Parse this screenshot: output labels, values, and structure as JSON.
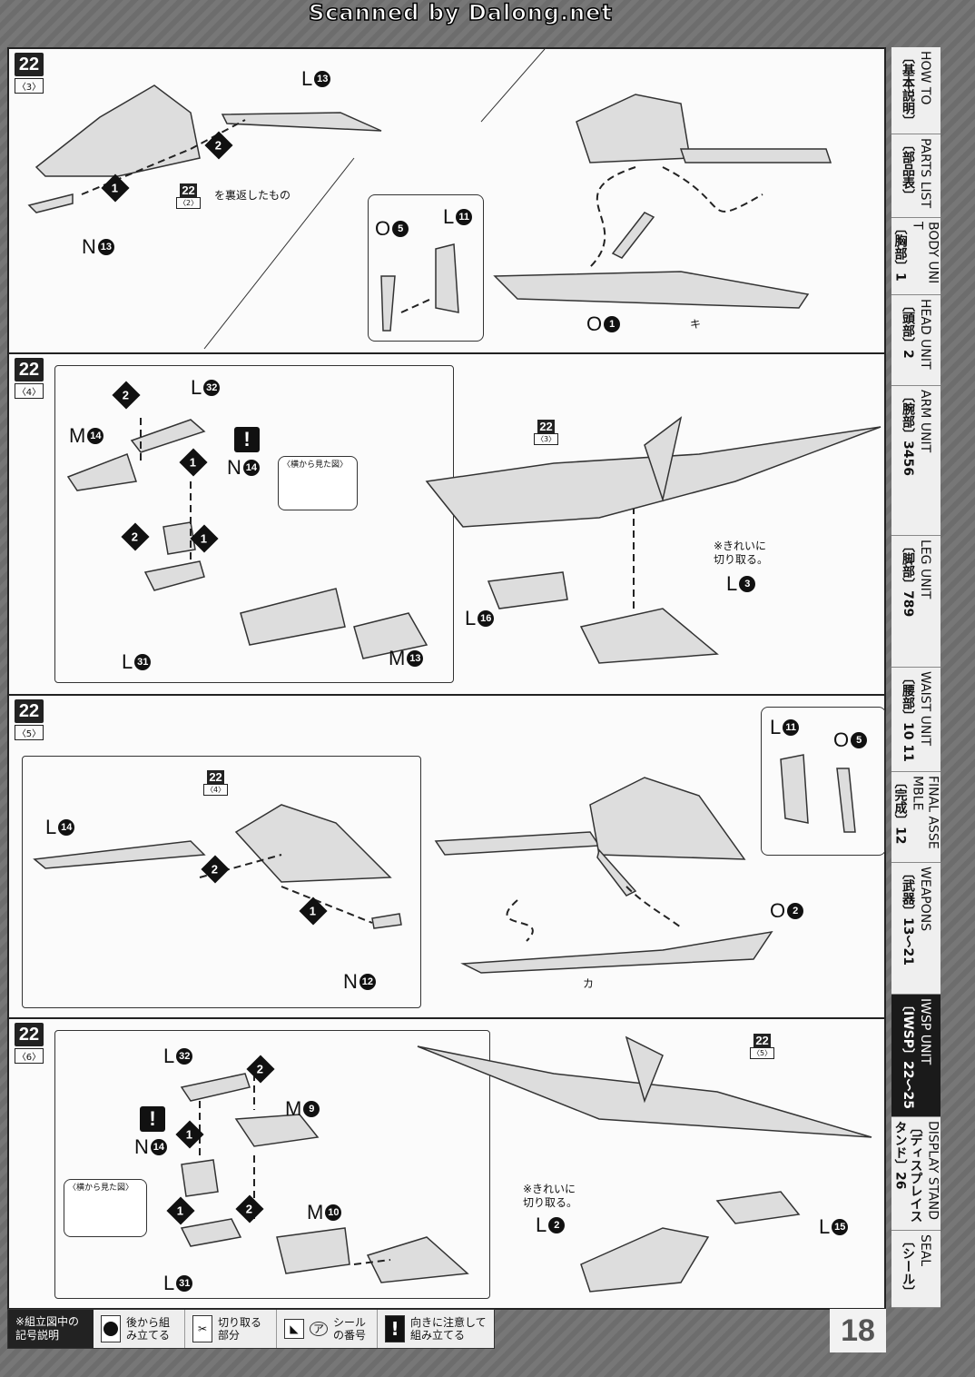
{
  "watermark": "Scanned by Dalong.net",
  "page_number": "18",
  "panels": [
    {
      "step": "22",
      "sub": "〈3〉",
      "labels": {
        "l13": {
          "l": "L",
          "n": "13"
        },
        "n13": {
          "l": "N",
          "n": "13"
        },
        "o5": {
          "l": "O",
          "n": "5"
        },
        "l11": {
          "l": "L",
          "n": "11"
        },
        "o1": {
          "l": "O",
          "n": "1"
        }
      },
      "ref": {
        "step": "22",
        "sub": "〈2〉",
        "text": "を裏返したもの"
      },
      "seal": "キ",
      "steps": [
        "1",
        "2"
      ]
    },
    {
      "step": "22",
      "sub": "〈4〉",
      "labels": {
        "l32": {
          "l": "L",
          "n": "32"
        },
        "m14": {
          "l": "M",
          "n": "14"
        },
        "n14": {
          "l": "N",
          "n": "14"
        },
        "l31": {
          "l": "L",
          "n": "31"
        },
        "m13": {
          "l": "M",
          "n": "13"
        },
        "l16": {
          "l": "L",
          "n": "16"
        },
        "l3": {
          "l": "L",
          "n": "3"
        }
      },
      "side_view": "〈横から見た図〉",
      "cut_note": "※きれいに\n切り取る。",
      "ref": {
        "step": "22",
        "sub": "〈3〉"
      },
      "steps": [
        "2",
        "1",
        "2",
        "1"
      ]
    },
    {
      "step": "22",
      "sub": "〈5〉",
      "labels": {
        "l14": {
          "l": "L",
          "n": "14"
        },
        "n12": {
          "l": "N",
          "n": "12"
        },
        "l11": {
          "l": "L",
          "n": "11"
        },
        "o5": {
          "l": "O",
          "n": "5"
        },
        "o2": {
          "l": "O",
          "n": "2"
        }
      },
      "ref": {
        "step": "22",
        "sub": "〈4〉"
      },
      "seal": "カ",
      "steps": [
        "2",
        "1"
      ]
    },
    {
      "step": "22",
      "sub": "〈6〉",
      "labels": {
        "l32": {
          "l": "L",
          "n": "32"
        },
        "m9": {
          "l": "M",
          "n": "9"
        },
        "n14": {
          "l": "N",
          "n": "14"
        },
        "m10": {
          "l": "M",
          "n": "10"
        },
        "l31": {
          "l": "L",
          "n": "31"
        },
        "l2": {
          "l": "L",
          "n": "2"
        },
        "l15": {
          "l": "L",
          "n": "15"
        }
      },
      "side_view": "〈横から見た図〉",
      "cut_note": "※きれいに\n切り取る。",
      "ref": {
        "step": "22",
        "sub": "〈5〉"
      },
      "steps": [
        "2",
        "1",
        "1",
        "2"
      ]
    }
  ],
  "sidebar": [
    {
      "jp": "〔基本説明〕",
      "en": "HOW TO"
    },
    {
      "jp": "〔部品表〕",
      "en": "PARTS LIST"
    },
    {
      "jp": "〔胸部〕1",
      "en": "BODY UNIT"
    },
    {
      "jp": "〔頭部〕2",
      "en": "HEAD UNIT"
    },
    {
      "jp": "〔腕部〕3456",
      "en": "ARM UNIT"
    },
    {
      "jp": "〔脚部〕789",
      "en": "LEG UNIT"
    },
    {
      "jp": "〔腰部〕10 11",
      "en": "WAIST UNIT"
    },
    {
      "jp": "〔完成〕12",
      "en": "FINAL ASSEMBLE"
    },
    {
      "jp": "〔武器〕13〜21",
      "en": "WEAPONS"
    },
    {
      "jp": "〔IWSP〕22〜25",
      "en": "IWSP UNIT",
      "active": true
    },
    {
      "jp": "〔ディスプレイスタンド〕26",
      "en": "DISPLAY STAND"
    },
    {
      "jp": "〔シール〕",
      "en": "SEAL"
    }
  ],
  "legend": {
    "title": "※組立図中の記号説明",
    "items": [
      {
        "icon": "assemble-later-icon",
        "text": "後から組み立てる"
      },
      {
        "icon": "cut-icon",
        "text": "切り取る部分"
      },
      {
        "icon": "seal-icon",
        "mark": "ア",
        "text": "シールの番号"
      },
      {
        "icon": "warning-icon",
        "text": "向きに注意して組み立てる"
      }
    ]
  }
}
